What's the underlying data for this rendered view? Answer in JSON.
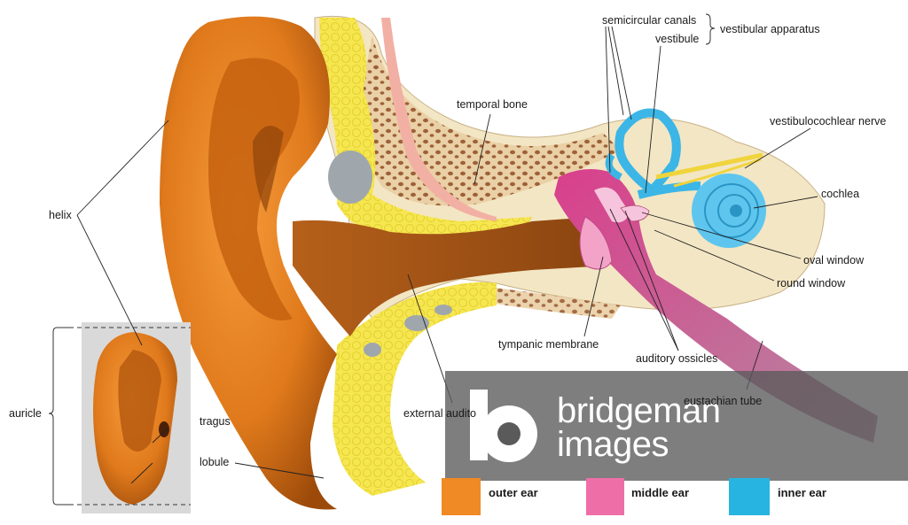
{
  "labels": {
    "semicircular_canals": "semicircular canals",
    "vestibule": "vestibule",
    "vestibular_apparatus": "vestibular apparatus",
    "temporal_bone": "temporal bone",
    "vestibulocochlear_nerve": "vestibulocochlear nerve",
    "cochlea": "cochlea",
    "helix": "helix",
    "oval_window": "oval window",
    "round_window": "round window",
    "tympanic_membrane": "tympanic membrane",
    "auditory_ossicles": "auditory ossicles",
    "eustachian_tube": "eustachian tube",
    "external_auditory": "external audito",
    "auricle": "auricle",
    "tragus": "tragus",
    "lobule": "lobule"
  },
  "legend": [
    {
      "label": "outer ear",
      "color": "#f08a24"
    },
    {
      "label": "middle ear",
      "color": "#ee6fa8"
    },
    {
      "label": "inner ear",
      "color": "#27b4e0"
    }
  ],
  "watermark": {
    "line1": "bridgeman",
    "line2": "images"
  },
  "colors": {
    "outer_ear": "#e07a1c",
    "outer_ear_dark": "#a04e0c",
    "bone": "#f3e7c8",
    "bone_spongy": "#b07a50",
    "fat": "#f4e44a",
    "middle_ear": "#d94c94",
    "inner_ear": "#3bb6e6"
  }
}
